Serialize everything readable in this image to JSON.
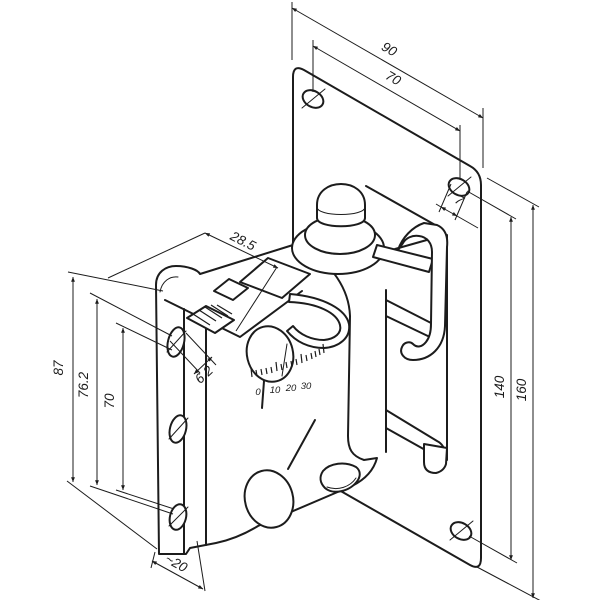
{
  "drawing": {
    "background": "#ffffff",
    "line_color": "#1c1c1c",
    "dimensions": {
      "plate_width": "90",
      "plate_hole_spacing_horizontal": "70",
      "plate_slot_width": "7",
      "plate_hole_spacing_vertical": "140",
      "plate_height": "160",
      "bracket_flange_height": "87",
      "bracket_slot_spacing_outer": "76.2",
      "bracket_slot_spacing_inner": "70",
      "bracket_top_depth": "28.5",
      "bracket_slot_width": "6.2",
      "bracket_flange_depth": "~20"
    },
    "tilt_scale": {
      "labels": [
        "0",
        "10",
        "20",
        "30"
      ]
    }
  }
}
